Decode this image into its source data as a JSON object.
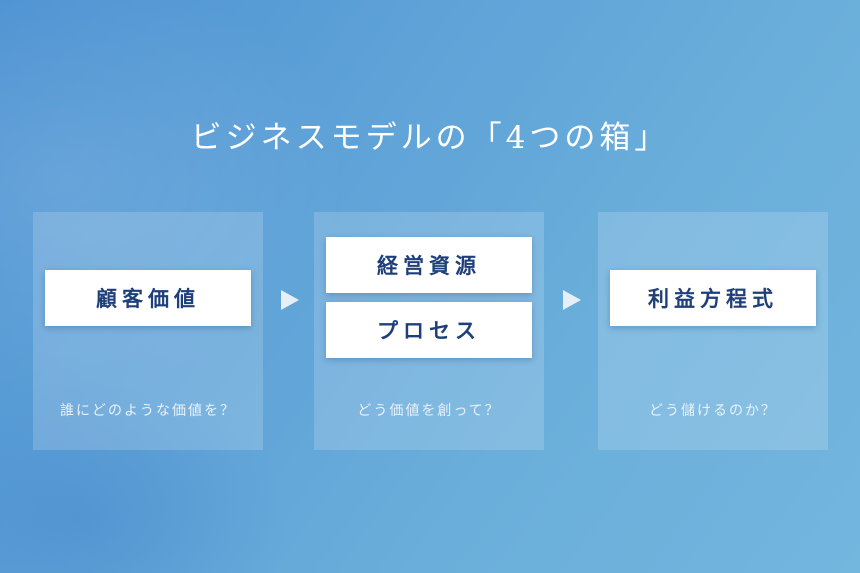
{
  "title": "ビジネスモデルの「4つの箱」",
  "panels": [
    {
      "boxes": [
        "顧客価値"
      ],
      "question": "誰にどのような価値を？"
    },
    {
      "boxes": [
        "経営資源",
        "プロセス"
      ],
      "question": "どう価値を創って？"
    },
    {
      "boxes": [
        "利益方程式"
      ],
      "question": "どう儲けるのか？"
    }
  ]
}
